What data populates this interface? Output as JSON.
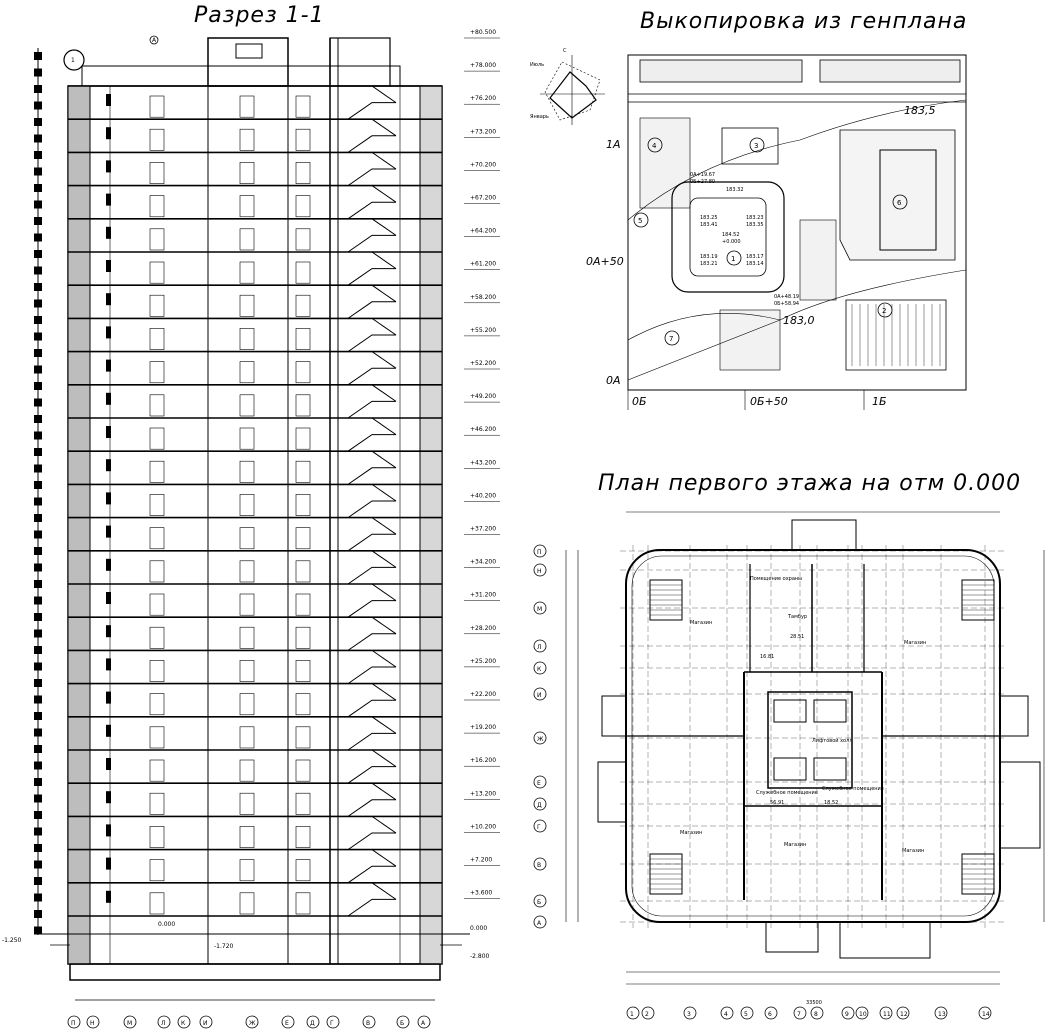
{
  "section": {
    "title": "Разрез 1-1",
    "marker_a": "А",
    "marker_1": "1",
    "levels": [
      "+80.500",
      "+78.000",
      "+76.200",
      "+73.200",
      "+70.200",
      "+67.200",
      "+64.200",
      "+61.200",
      "+58.200",
      "+55.200",
      "+52.200",
      "+49.200",
      "+46.200",
      "+43.200",
      "+40.200",
      "+37.200",
      "+34.200",
      "+31.200",
      "+28.200",
      "+25.200",
      "+22.200",
      "+19.200",
      "+16.200",
      "+13.200",
      "+10.200",
      "+7.200",
      "+3.600"
    ],
    "level_zero_right": "0.000",
    "level_bottom_right": "-2.800",
    "level_left": "-1.250",
    "level_inner_zero": "0.000",
    "level_basement": "-1.720",
    "axes": [
      "П",
      "Н",
      "М",
      "Л",
      "К",
      "И",
      "Ж",
      "Е",
      "Д",
      "Г",
      "В",
      "Б",
      "А"
    ]
  },
  "genplan": {
    "title": "Выкопировка из генплана",
    "compass_north": "С",
    "wind_june": "Июль",
    "wind_january": "Январь",
    "grid_1a": "1А",
    "grid_0a50": "0А+50",
    "grid_0a": "0А",
    "grid_0b": "0Б",
    "grid_0b50": "0Б+50",
    "grid_1b": "1Б",
    "contour_1": "183,5",
    "contour_2": "183,0",
    "coord_top": "0А+19.67",
    "coord_top2": "0Б+27.80",
    "coord_bottom": "0А+48.19",
    "coord_bottom2": "0Б+58.94",
    "elev_a": "183.32",
    "elev_b1": "183.25",
    "elev_b2": "183.41",
    "elev_c1": "183.23",
    "elev_c2": "183.35",
    "elev_center1": "184.52",
    "elev_center2": "+0.000",
    "elev_d1": "183.19",
    "elev_d2": "183.21",
    "elev_e1": "183.17",
    "elev_e2": "183.14",
    "zones": [
      "1",
      "2",
      "3",
      "4",
      "5",
      "6",
      "7"
    ]
  },
  "plan": {
    "title": "План первого этажа на отм 0.000",
    "row_axes": [
      "П",
      "Н",
      "М",
      "Л",
      "К",
      "И",
      "Ж",
      "Е",
      "Д",
      "Г",
      "В",
      "Б",
      "А"
    ],
    "col_axes": [
      "1",
      "2",
      "3",
      "4",
      "5",
      "6",
      "7",
      "8",
      "9",
      "10",
      "11",
      "12",
      "13",
      "14"
    ],
    "room_shop": "Магазин",
    "room_tambur": "Тамбур",
    "room_hall": "Лифтовой холл",
    "room_service": "Служебное помещение",
    "room_storage": "Помещение охраны",
    "area_1": "28.51",
    "area_2": "16.81",
    "area_3": "56.91",
    "area_4": "18.52",
    "overall_dim": "33500"
  }
}
